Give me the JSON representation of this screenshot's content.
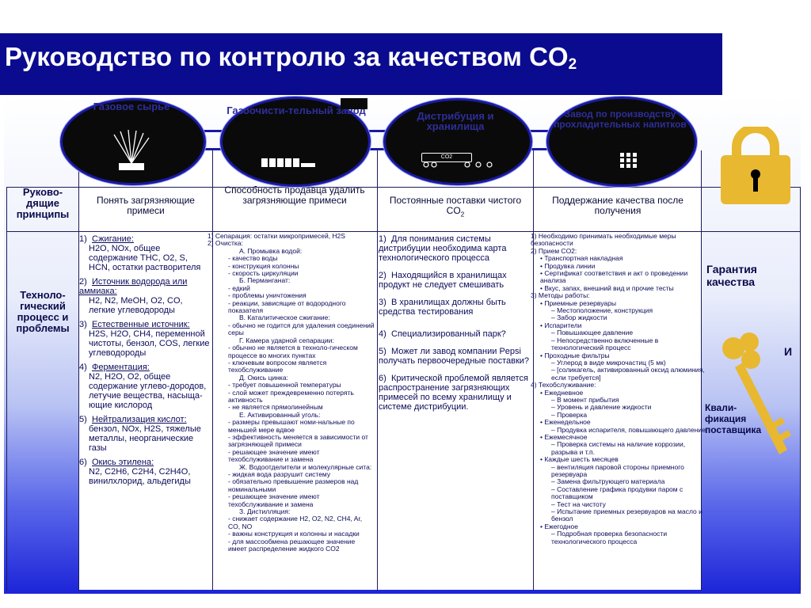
{
  "title": {
    "main": "Руководство по контролю за качеством CO",
    "sub": "2"
  },
  "stages": [
    {
      "label": "Газовое сырье"
    },
    {
      "label": "Газоочисти-тельный завод"
    },
    {
      "label": "Дистрибуция и хранилища",
      "badge": "CO2"
    },
    {
      "label": "Завод по производству прохладительных напитков"
    }
  ],
  "rows": {
    "principles": "Руково-дящие принципы",
    "process": "Техноло-гический процесс и проблемы"
  },
  "headers": {
    "col1": "Понять загрязняющие примеси",
    "col2": "Способность продавца удалить загрязняющие примеси",
    "col3": "Постоянные поставки чистого CO",
    "col3_sub": "2",
    "col4": "Поддержание качества после получения"
  },
  "col1": {
    "i1h": "Сжигание:",
    "i1b": "H2O, NOx, общее содержание THC, O2, S, HCN, остатки растворителя",
    "i2h": "Источник водорода или аммиака:",
    "i2b": "H2, N2, MeOH, O2, CO, легкие углеводороды",
    "i3h": "Естественные источник:",
    "i3b": "H2S, H2O, CH4, переменной чистоты, бензол, COS, легкие углеводороды",
    "i4h": "Ферментация:",
    "i4b": "N2, H2O, O2, общее содержание углево-дородов, летучие вещества, насыща-ющие кислород",
    "i5h": "Нейтрализация кислот:",
    "i5b": "бензол, NOx, H2S, тяжелые металлы, неорганические газы",
    "i6h": "Окись этилена:",
    "i6b": "N2, C2H6, C2H4, C2H4O, винилхлорид, альдегиды"
  },
  "col2": {
    "l01": "1) Сепарация: остатки микропримесей, H2S",
    "l02": "2) Очистка:",
    "l03": "А. Промывка водой:",
    "l04": "- качество воды",
    "l05": "- конструкция колонны",
    "l06": "- скорость циркуляции",
    "l07": "Б. Перманганат:",
    "l08": "- едкий",
    "l09": "- проблемы уничтожения",
    "l10": "- реакции, зависящие от водородного показателя",
    "l11": "В. Каталитическое сжигание:",
    "l12": "- обычно не годится для удаления соединений серы",
    "l13": "Г. Камера ударной сепарации:",
    "l14": "- обычно не является в техноло-гическом процессе во многих пунктах",
    "l15": "- ключевым вопросом является техобслуживание",
    "l16": "Д. Окись цинка:",
    "l17": "- требует повышенной температуры",
    "l18": "- слой может преждевременно потерять активность",
    "l19": "- не является прямолинейным",
    "l20": "Е. Активированный уголь:",
    "l21": "- размеры превышают номи-нальные по меньшей мере вдвое",
    "l22": "- эффективность меняется в зависимости от загрязняющей примеси",
    "l23": "- решающее значение имеют техобслуживание и замена",
    "l24": "Ж. Водоотделители и молекулярные сита:",
    "l25": "- жидкая вода разрушит систему",
    "l26": "- обязательно превышение размеров над номинальными",
    "l27": "- решающее значение имеют техобслуживание и замена",
    "l28": "З. Дистилляция:",
    "l29": "- снижает содержание H2, O2, N2, CH4, Ar, CO, NO",
    "l30": "- важны конструкция и колонны и насадки",
    "l31": "- для массообмена решающее значение имеет распределение жидкого CO2"
  },
  "col3": {
    "i1": "Для понимания системы дистрибуции необходима карта технологического процесса",
    "i2": "Находящийся в хранилищах продукт не следует смешивать",
    "i3": "В хранилищах должны быть средства тестирования",
    "i4": "Специализированный парк?",
    "i5": "Может ли завод компании Pepsi получать первоочередные поставки?",
    "i6": "Критической проблемой является распространение загрязняющих примесей по всему хранилищу и системе дистрибуции."
  },
  "col4": {
    "l01": "1) Необходимо принимать необходимые меры безопасности",
    "l02": "2) Прием CO2:",
    "l03": "• Транспортная накладная",
    "l04": "• Продувка линии",
    "l05": "• Сертификат соответствия и акт о проведении анализа",
    "l06": "• Вкус, запах, внешний вид и прочие тесты",
    "l07": "3) Методы работы:",
    "l08": "• Приемные резервуары",
    "l09": "– Местоположение, конструкция",
    "l10": "– Забор жидкости",
    "l11": "• Испарители",
    "l12": "– Повышающее давление",
    "l13": "– Непосредственно включенные в технологический процесс",
    "l14": "• Проходные фильтры",
    "l15": "– Углерод в виде микрочастиц (5 мк)",
    "l16": "– [соликагель, активированный оксид алюминия, если требуется]",
    "l17": "4) Техобслуживание:",
    "l18": "• Ежедневное",
    "l19": "– В момент прибытия",
    "l20": "– Уровень и давление жидкости",
    "l21": "– Проверка",
    "l22": "• Еженедельное",
    "l23": "– Продувка испарителя, повышающего давление",
    "l24": "• Ежемесячное",
    "l25": "– Проверка системы на наличие коррозии, разрыва и т.п.",
    "l26": "• Каждые шесть месяцев",
    "l27": "– вентиляция паровой стороны приемного резервуара",
    "l28": "– Замена фильтрующего материала",
    "l29": "– Составление графика продувки паром с поставщиком",
    "l30": "– Тест на чистоту",
    "l31": "– Испытание приемных резервуаров на масло и бензол",
    "l32": "• Ежегодное",
    "l33": "– Подробная проверка безопасности технологического процесса"
  },
  "right": {
    "guarantee": "Гарантия качества",
    "and": "И",
    "qualification": "Квали-фикация поставщика"
  },
  "colors": {
    "title_bg": "#0b0b8f",
    "chain": "#1a1aa0",
    "lock": "#e8b830",
    "key": "#e8b830"
  },
  "icons": [
    "lock-icon",
    "key-icon",
    "gas-burner-icon",
    "plant-icon",
    "tanker-icon",
    "bottle-pack-icon"
  ]
}
